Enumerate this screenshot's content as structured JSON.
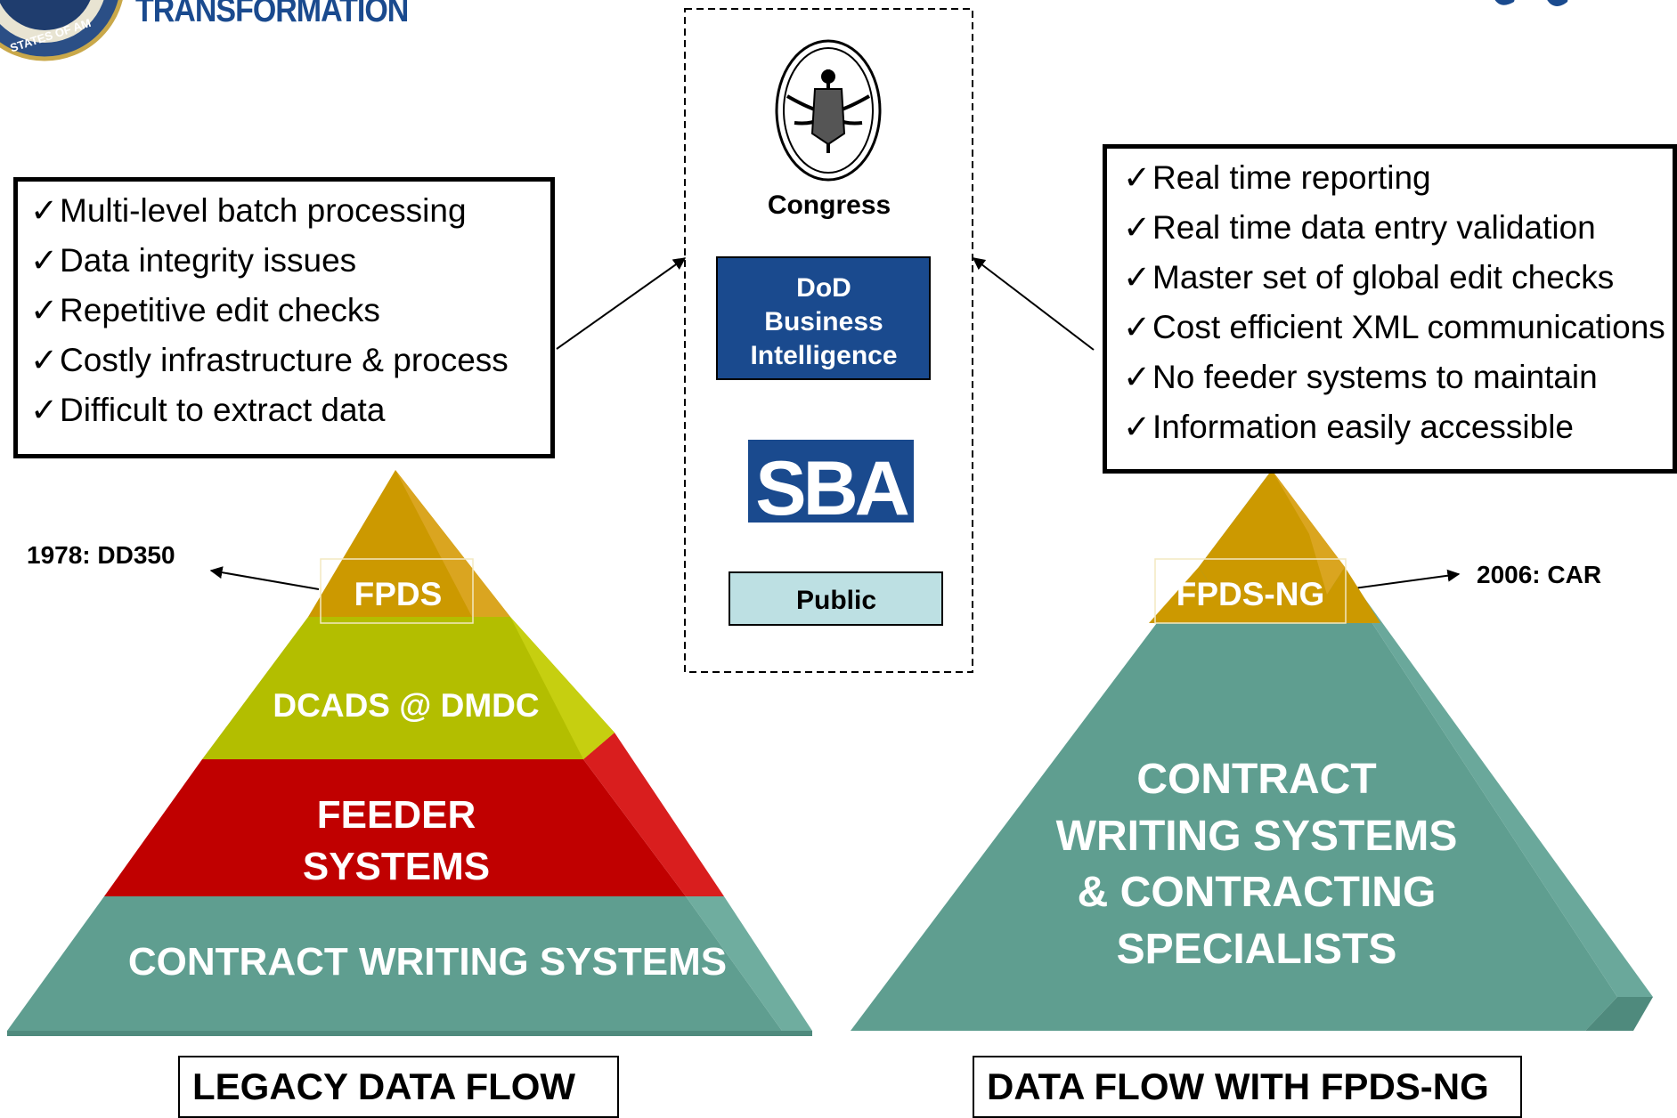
{
  "header": {
    "logo_text": "TRANSFORMATION",
    "seal_text": "STATES OF AM"
  },
  "legacy": {
    "features": [
      "Multi-level batch processing",
      "Data integrity issues",
      "Repetitive edit checks",
      "Costly infrastructure & process",
      "Difficult to extract data"
    ],
    "pyramid": {
      "top": "FPDS",
      "second": "DCADS @ DMDC",
      "third_line1": "FEEDER",
      "third_line2": "SYSTEMS",
      "base": "CONTRACT WRITING SYSTEMS"
    },
    "year_label": "1978: DD350",
    "caption": "LEGACY DATA FLOW"
  },
  "ng": {
    "features": [
      "Real time reporting",
      "Real time data entry validation",
      "Master set of global edit checks",
      "Cost efficient XML communications",
      "No feeder systems to maintain",
      "Information easily accessible"
    ],
    "pyramid": {
      "top": "FPDS-NG",
      "line1": "CONTRACT",
      "line2": "WRITING SYSTEMS",
      "line3": "& CONTRACTING",
      "line4": "SPECIALISTS"
    },
    "year_label": "2006: CAR",
    "caption": "DATA FLOW WITH FPDS-NG"
  },
  "consumers": {
    "congress": "Congress",
    "dod_line1": "DoD",
    "dod_line2": "Business",
    "dod_line3": "Intelligence",
    "sba": "SBA",
    "public": "Public"
  },
  "check_glyph": "✓",
  "colors": {
    "navy": "#1a4a8e",
    "teal": "#5f9e90",
    "teal_side": "#6aa89b",
    "red": "#c00000",
    "yellow_green": "#b3be00",
    "gold": "#cc9900",
    "public_bg": "#bde0e3"
  }
}
